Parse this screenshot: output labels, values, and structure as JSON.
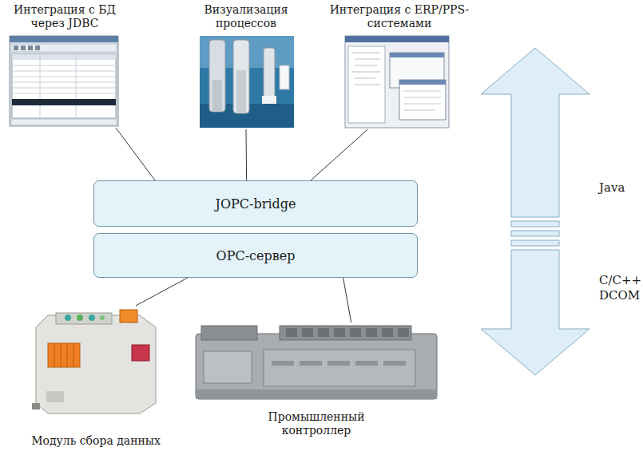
{
  "diagram": {
    "nodes": [
      {
        "text": [
          "Интеграция с БД через JDBC"
        ]
      },
      {
        "text": [
          "Визуализация процессов"
        ]
      },
      {
        "text": [
          "Интеграция с ERP/PPS-системами"
        ]
      },
      {
        "text": [
          "JOPC-bridge"
        ]
      },
      {
        "text": [
          "OPC-сервер"
        ]
      },
      {
        "text": [
          "Модуль сбора данных"
        ]
      },
      {
        "text": [
          "Промышленный контроллер"
        ]
      }
    ],
    "edges": [
      {
        "from": 0,
        "to": 3,
        "arrow": "none"
      },
      {
        "from": 1,
        "to": 3,
        "arrow": "none"
      },
      {
        "from": 2,
        "to": 3,
        "arrow": "none"
      },
      {
        "from": 4,
        "to": 5,
        "arrow": "none"
      },
      {
        "from": 4,
        "to": 6,
        "arrow": "none"
      }
    ],
    "labels": [
      "Java",
      "C/C++ DCOM"
    ]
  }
}
